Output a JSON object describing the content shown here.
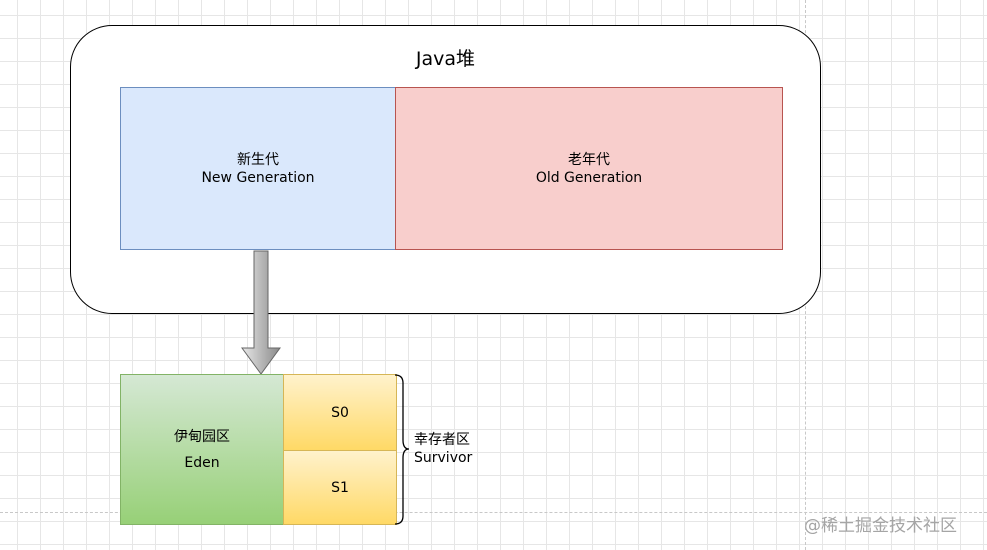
{
  "heap": {
    "title": "Java堆"
  },
  "young_gen": {
    "label_cn": "新生代",
    "label_en": "New Generation"
  },
  "old_gen": {
    "label_cn": "老年代",
    "label_en": "Old Generation"
  },
  "eden": {
    "label_cn": "伊甸园区",
    "label_en": "Eden"
  },
  "survivor": {
    "s0_label": "S0",
    "s1_label": "S1",
    "label_cn": "幸存者区",
    "label_en": "Survivor"
  },
  "watermark": {
    "text": "@稀土掘金技术社区"
  },
  "colors": {
    "young_fill": "#dae8fc",
    "young_stroke": "#6c8ebf",
    "old_fill": "#f8cecc",
    "old_stroke": "#b85450",
    "eden_fill_top": "#d5e8d4",
    "eden_fill_bottom": "#97d077",
    "survivor_fill_top": "#fff2cc",
    "survivor_fill_bottom": "#ffd966",
    "arrow_fill": "#c0c0c0"
  }
}
